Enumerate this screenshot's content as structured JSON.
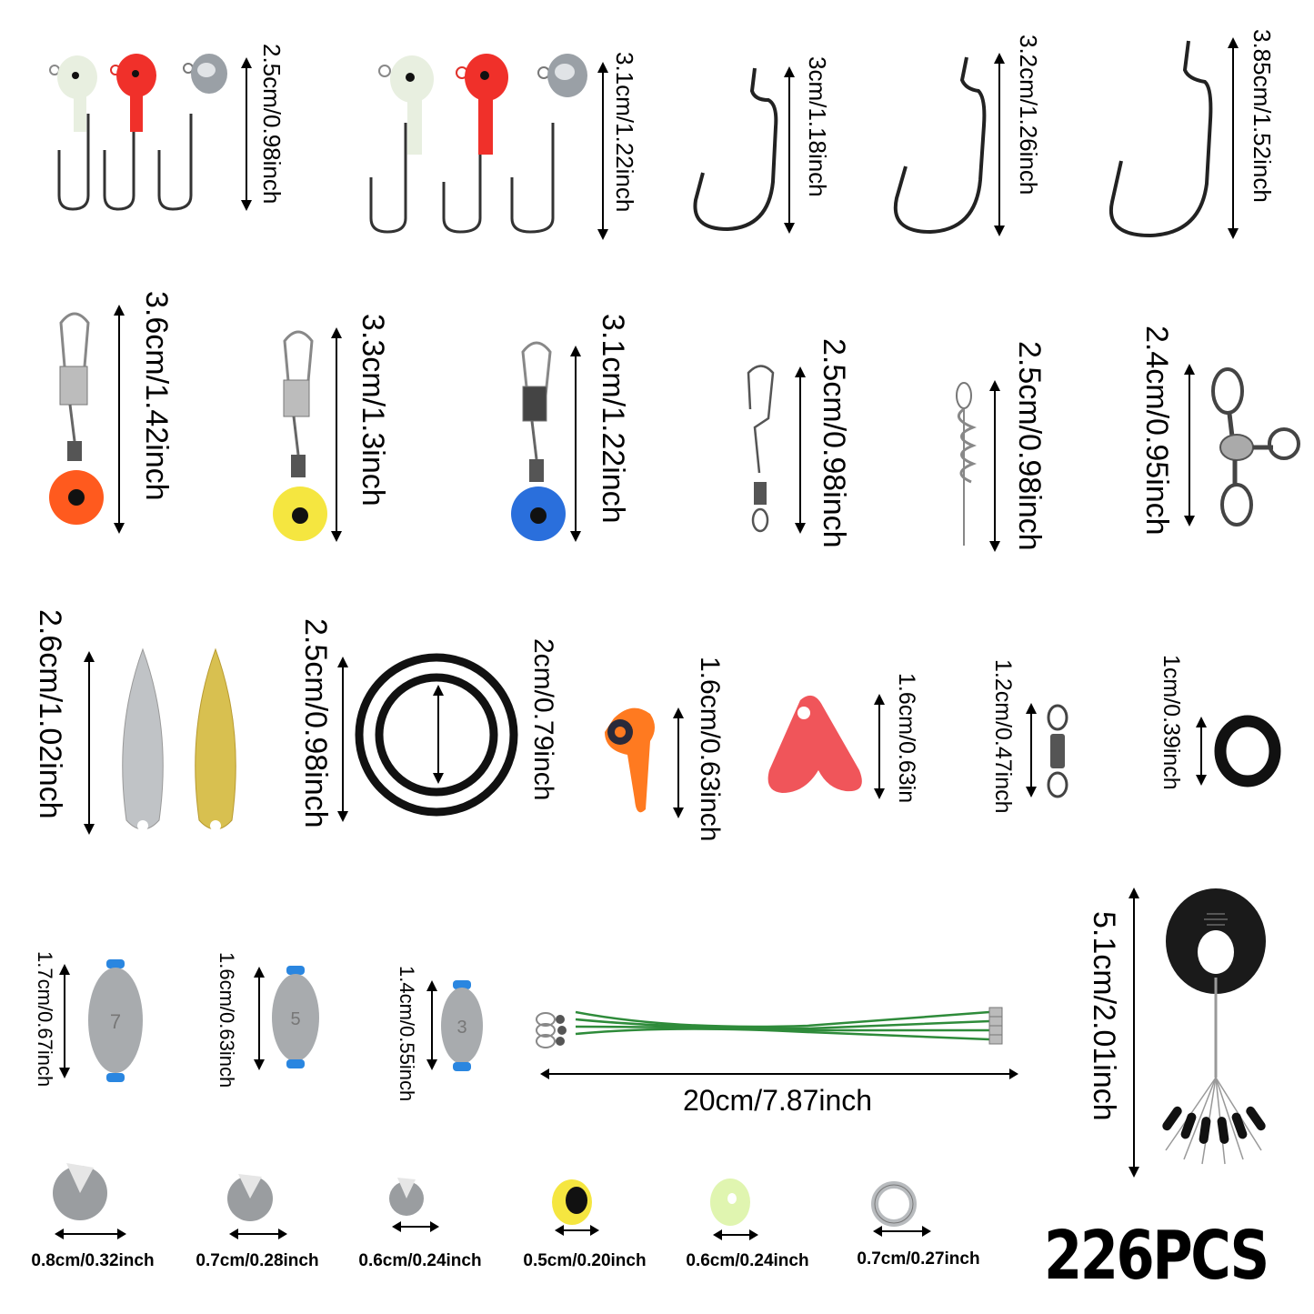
{
  "total_count_label": "226PCS",
  "colors": {
    "text": "#000000",
    "jighead_glow": "#e8efe0",
    "jighead_red": "#f0302a",
    "jighead_silver": "#9aa0a6",
    "float_orange": "#ff5a1e",
    "float_yellow": "#f5e640",
    "float_blue": "#2a6fdc",
    "bead_red": "#f0555a",
    "leader_green": "#2e8b3a",
    "sinker_cap_blue": "#2a86e0",
    "glow_bead": "#e0f5b0"
  },
  "items": [
    {
      "name": "jig-head-small",
      "label": "2.5cm/0.98inch"
    },
    {
      "name": "jig-head-large",
      "label": "3.1cm/1.22inch"
    },
    {
      "name": "worm-hook-small",
      "label": "3cm/1.18inch"
    },
    {
      "name": "worm-hook-medium",
      "label": "3.2cm/1.26inch"
    },
    {
      "name": "worm-hook-large",
      "label": "3.85cm/1.52inch"
    },
    {
      "name": "float-snap-orange",
      "label": "3.6cm/1.42inch"
    },
    {
      "name": "float-snap-yellow",
      "label": "3.3cm/1.3inch"
    },
    {
      "name": "float-snap-blue",
      "label": "3.1cm/1.22inch"
    },
    {
      "name": "snap-swivel",
      "label": "2.5cm/0.98inch"
    },
    {
      "name": "spring-lock",
      "label": "2.5cm/0.98inch"
    },
    {
      "name": "three-way-swivel",
      "label": "2.4cm/0.95inch"
    },
    {
      "name": "spinner-blade",
      "label": "2.6cm/1.02inch"
    },
    {
      "name": "o-ring-outer",
      "label": "2.5cm/0.98inch"
    },
    {
      "name": "o-ring-inner",
      "label": "2cm/0.79inch"
    },
    {
      "name": "float-stop-orange",
      "label": "1.6cm/0.63inch"
    },
    {
      "name": "red-blade",
      "label": "1.6cm/0.63in"
    },
    {
      "name": "barrel-swivel",
      "label": "1.2cm/0.47inch"
    },
    {
      "name": "rubber-ring",
      "label": "1cm/0.39inch"
    },
    {
      "name": "egg-sinker-7",
      "label": "1.7cm/0.67inch",
      "stamp": "7"
    },
    {
      "name": "egg-sinker-5",
      "label": "1.6cm/0.63inch",
      "stamp": "5"
    },
    {
      "name": "egg-sinker-3",
      "label": "1.4cm/0.55inch",
      "stamp": "3"
    },
    {
      "name": "wire-leader",
      "label": "20cm/7.87inch"
    },
    {
      "name": "bobber-stopper",
      "label": "5.1cm/2.01inch"
    },
    {
      "name": "split-shot-large",
      "label": "0.8cm/0.32inch"
    },
    {
      "name": "split-shot-medium",
      "label": "0.7cm/0.28inch"
    },
    {
      "name": "split-shot-small",
      "label": "0.6cm/0.24inch"
    },
    {
      "name": "eye-bead",
      "label": "0.5cm/0.20inch"
    },
    {
      "name": "glow-bead",
      "label": "0.6cm/0.24inch"
    },
    {
      "name": "split-ring",
      "label": "0.7cm/0.27inch"
    }
  ]
}
